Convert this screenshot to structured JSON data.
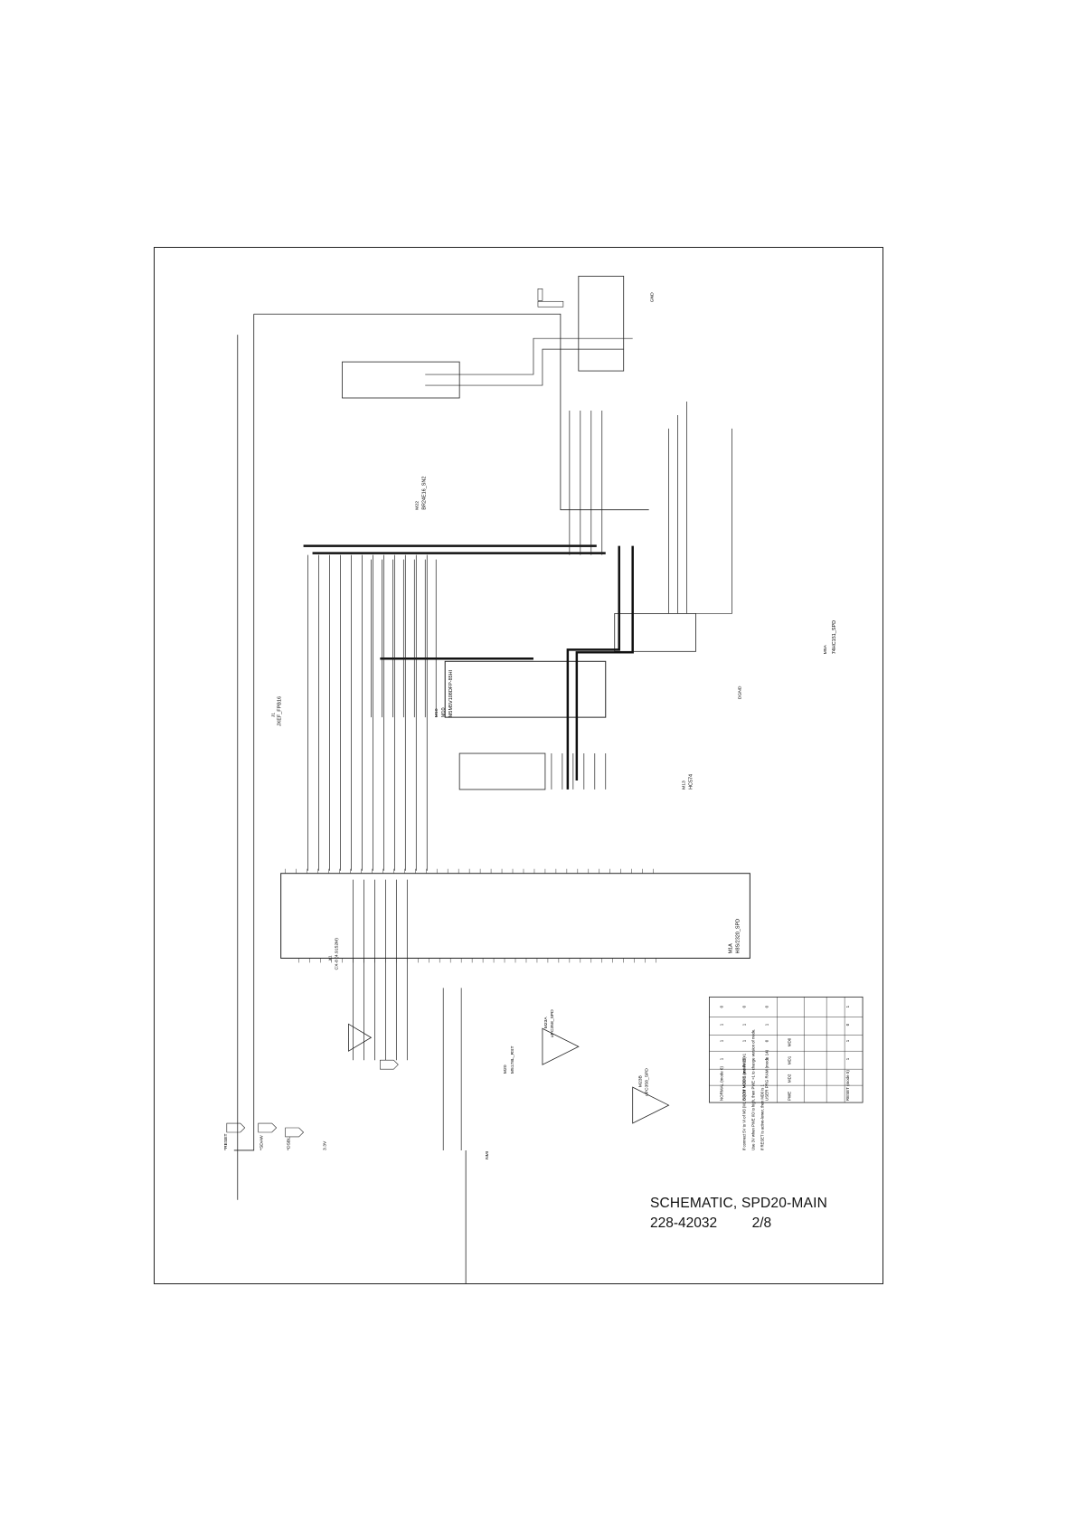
{
  "title_block": {
    "title": "SCHEMATIC, SPD20-MAIN",
    "document_number": "228-42032",
    "sheet": "2/8"
  },
  "components": {
    "cpu": {
      "ref": "M1A",
      "part": "H8S/2320_SPD"
    },
    "sram": {
      "ref": "M10",
      "part": "M5M5V108DFP-85HI"
    },
    "rom": {
      "ref": "M22",
      "part": "BR24E16_SN2"
    },
    "mux": {
      "ref": "M5A",
      "part": "74HC151_SPD"
    },
    "latch": {
      "ref": "M13",
      "part": "HC574"
    },
    "reset_ic": {
      "ref": "M20",
      "part": "M5178L_RST"
    },
    "crystal": {
      "ref": "X1",
      "part": "CX-8 (4.9152M)"
    },
    "opamp1": {
      "ref": "M23A",
      "part": "uPC358_SPD"
    },
    "opamp2": {
      "ref": "M23B",
      "part": "uPC358_SPD"
    },
    "connector": {
      "ref": "J1",
      "part": "JXEF_FPB16"
    }
  },
  "net_labels": {
    "reset": "*RESET",
    "nmi": "NMI",
    "dsbl": "*DSBL",
    "sdaw": "*SDAW",
    "vcc": "3.3V",
    "dgnd": "DGND",
    "gnd": "GND"
  },
  "notes": [
    "If connect 5V to VI of M3 (M1 B1) for MDD & and PWE =1",
    "Use 3V when PWE I/O to high, then PWE =1 to change version of mode.",
    "If RESET is active-lower, then MD0 is 1"
  ],
  "mode_table": {
    "headers": [
      "",
      "PWE",
      "MD2",
      "MD1",
      "MD0"
    ],
    "rows": [
      [
        "NORMAL (mode 6)",
        "1",
        "1",
        "1",
        "0"
      ],
      [
        "BOOT MODE (mode 10)",
        "0",
        "1",
        "1",
        "0"
      ],
      [
        "USER PRG RAM (mode 14)",
        "1",
        "0",
        "1",
        "0"
      ],
      [
        "RESET (mode 5)",
        "1",
        "1",
        "0",
        "1"
      ]
    ]
  }
}
